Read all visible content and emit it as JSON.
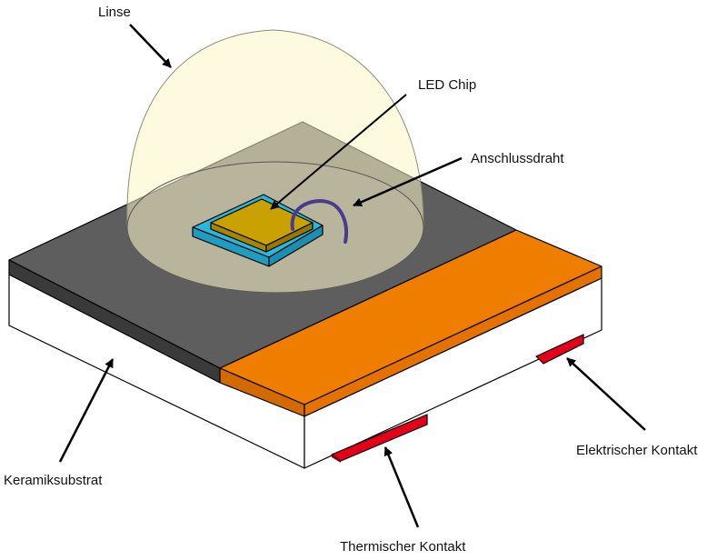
{
  "labels": {
    "lens": "Linse",
    "led_chip": "LED Chip",
    "bond_wire": "Anschlussdraht",
    "ceramic_substrate": "Keramiksubstrat",
    "electrical_contact": "Elektrischer Kontakt",
    "thermal_contact": "Thermischer Kontakt"
  },
  "colors": {
    "lens": "#fbf6c6",
    "lens_base": "#c7c3aa",
    "dark_pad": "#5e5e5e",
    "dark_pad_edge": "#3a3a3a",
    "orange_pad": "#ef7d00",
    "orange_edge": "#d26a00",
    "ceramic": "#ffffff",
    "contact_red": "#e3001b",
    "contact_dark": "#8c0010",
    "chip_base": "#2bb7dd",
    "chip_top": "#c9a100",
    "wire": "#4a3c8c"
  },
  "icons": {
    "arrow": "arrow-icon"
  }
}
